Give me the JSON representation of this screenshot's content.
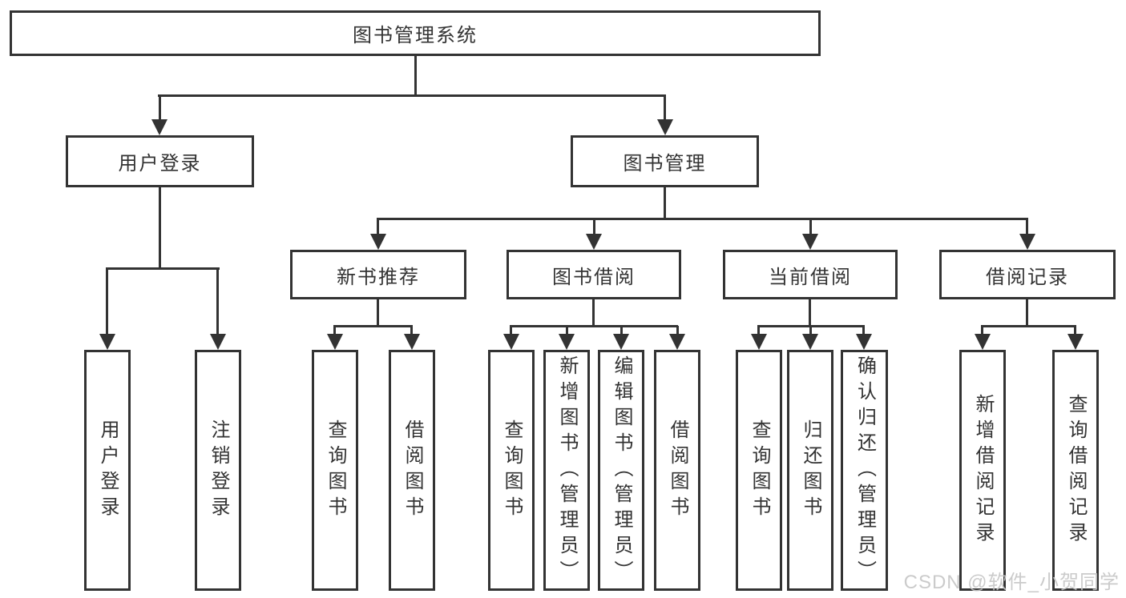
{
  "diagram": {
    "root": {
      "label": "图书管理系统"
    },
    "level2": [
      {
        "label": "用户登录"
      },
      {
        "label": "图书管理"
      }
    ],
    "level3": [
      {
        "label": "新书推荐"
      },
      {
        "label": "图书借阅"
      },
      {
        "label": "当前借阅"
      },
      {
        "label": "借阅记录"
      }
    ],
    "leaves": {
      "user_login": [
        {
          "label": "用户登录"
        },
        {
          "label": "注销登录"
        }
      ],
      "new_book_recommend": [
        {
          "label": "查询图书"
        },
        {
          "label": "借阅图书"
        }
      ],
      "book_borrow": [
        {
          "label": "查询图书"
        },
        {
          "label": "新增图书（管理员）"
        },
        {
          "label": "编辑图书（管理员）"
        },
        {
          "label": "借阅图书"
        }
      ],
      "current_borrow": [
        {
          "label": "查询图书"
        },
        {
          "label": "归还图书"
        },
        {
          "label": "确认归还（管理员）"
        }
      ],
      "borrow_records": [
        {
          "label": "新增借阅记录"
        },
        {
          "label": "查询借阅记录"
        }
      ]
    }
  },
  "watermark": {
    "text": "CSDN @软件_小贺同学"
  },
  "colors": {
    "line": "#333333",
    "text": "#333333",
    "background": "#ffffff",
    "watermark": "#c6c6c6"
  }
}
